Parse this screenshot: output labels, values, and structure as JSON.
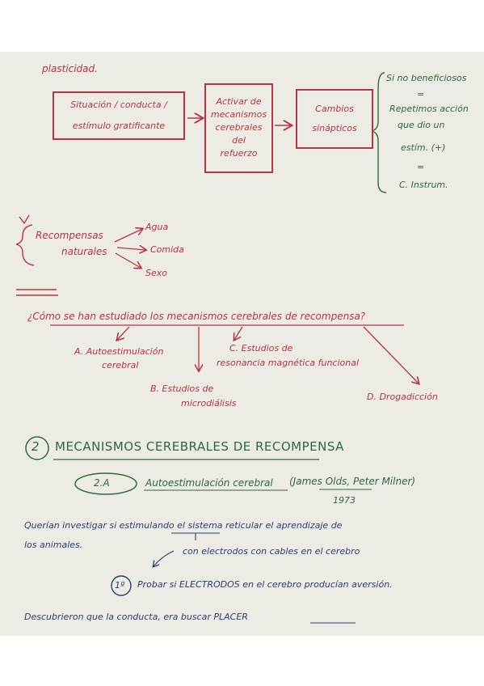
{
  "top": {
    "fragment": "plasticidad."
  },
  "flow": {
    "box1": [
      "Situación / conducta /",
      "estímulo gratificante"
    ],
    "box2": [
      "Activar de",
      "mecanismos",
      "cerebrales",
      "del",
      "refuerzo"
    ],
    "box3": [
      "Cambios",
      "sinápticos"
    ],
    "side": [
      "Si no beneficiosos",
      "=",
      "Repetimos acción",
      "que dio un",
      "estím. (+)",
      "=",
      "C. Instrum."
    ]
  },
  "naturales": {
    "title": [
      "Recompensas",
      "naturales"
    ],
    "items": [
      "Agua",
      "Comida",
      "Sexo"
    ]
  },
  "question": {
    "text": "¿Cómo se han estudiado los mecanismos cerebrales de recompensa?",
    "a": [
      "A. Autoestimulación",
      "cerebral"
    ],
    "b": [
      "B. Estudios de",
      "microdiálisis"
    ],
    "c": [
      "C. Estudios de",
      "resonancia magnética funcional"
    ],
    "d": "D. Drogadicción"
  },
  "section": {
    "number": "2",
    "title": "MECANISMOS CEREBRALES DE RECOMPENSA",
    "sub_number": "2.A",
    "sub_title": "Autoestimulación cerebral",
    "authors": "(James Olds, Peter Milner)",
    "year": "1973"
  },
  "notes": {
    "line1": "Querían investigar si estimulando el sistema reticular el aprendizaje de",
    "line2": "los animales.",
    "line3": "con electrodos con cables en el cerebro",
    "step_number": "1º",
    "step_text": "Probar si ELECTRODOS en el cerebro producían aversión.",
    "line5": "Descubrieron que la conducta, era buscar PLACER"
  }
}
